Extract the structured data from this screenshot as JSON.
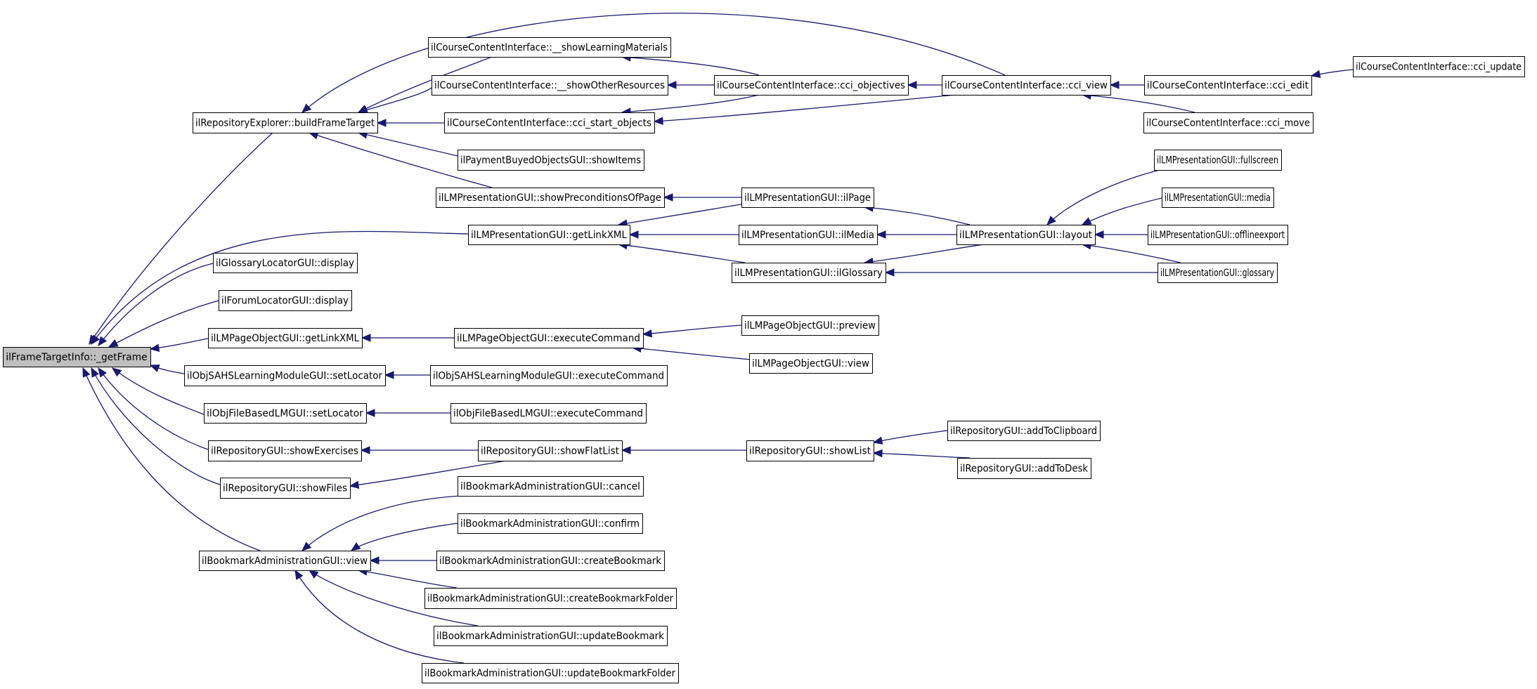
{
  "colors": {
    "edge": "#191970",
    "node_fill": "#ffffff",
    "node_stroke": "#000000",
    "root_fill": "#bfbfbf"
  },
  "nodes": [
    {
      "id": "n0",
      "label": "ilFrameTargetInfo::_getFrame",
      "root": true
    },
    {
      "id": "n1",
      "label": "ilRepositoryExplorer::buildFrameTarget"
    },
    {
      "id": "n2",
      "label": "ilCourseContentInterface::__showLearningMaterials"
    },
    {
      "id": "n3",
      "label": "ilCourseContentInterface::__showOtherResources"
    },
    {
      "id": "n4",
      "label": "ilCourseContentInterface::cci_start_objects"
    },
    {
      "id": "n5",
      "label": "ilPaymentBuyedObjectsGUI::showItems"
    },
    {
      "id": "n6",
      "label": "ilLMPresentationGUI::showPreconditionsOfPage"
    },
    {
      "id": "n7",
      "label": "ilCourseContentInterface::cci_objectives"
    },
    {
      "id": "n8",
      "label": "ilCourseContentInterface::cci_view"
    },
    {
      "id": "n9",
      "label": "ilCourseContentInterface::cci_edit"
    },
    {
      "id": "n10",
      "label": "ilCourseContentInterface::cci_move"
    },
    {
      "id": "n11",
      "label": "ilCourseContentInterface::cci_update"
    },
    {
      "id": "n12",
      "label": "ilLMPresentationGUI::getLinkXML"
    },
    {
      "id": "n13",
      "label": "ilLMPresentationGUI::ilPage"
    },
    {
      "id": "n14",
      "label": "ilLMPresentationGUI::ilMedia"
    },
    {
      "id": "n15",
      "label": "ilLMPresentationGUI::ilGlossary"
    },
    {
      "id": "n16",
      "label": "ilLMPresentationGUI::layout"
    },
    {
      "id": "n17",
      "label": "ilLMPresentationGUI::fullscreen"
    },
    {
      "id": "n18",
      "label": "ilLMPresentationGUI::media"
    },
    {
      "id": "n19",
      "label": "ilLMPresentationGUI::offlineexport"
    },
    {
      "id": "n20",
      "label": "ilLMPresentationGUI::glossary"
    },
    {
      "id": "n21",
      "label": "ilGlossaryLocatorGUI::display"
    },
    {
      "id": "n22",
      "label": "ilForumLocatorGUI::display"
    },
    {
      "id": "n23",
      "label": "ilLMPageObjectGUI::getLinkXML"
    },
    {
      "id": "n24",
      "label": "ilLMPageObjectGUI::executeCommand"
    },
    {
      "id": "n25",
      "label": "ilLMPageObjectGUI::preview"
    },
    {
      "id": "n26",
      "label": "ilLMPageObjectGUI::view"
    },
    {
      "id": "n27",
      "label": "ilObjSAHSLearningModuleGUI::setLocator"
    },
    {
      "id": "n28",
      "label": "ilObjSAHSLearningModuleGUI::executeCommand"
    },
    {
      "id": "n29",
      "label": "ilObjFileBasedLMGUI::setLocator"
    },
    {
      "id": "n30",
      "label": "ilObjFileBasedLMGUI::executeCommand"
    },
    {
      "id": "n31",
      "label": "ilRepositoryGUI::showExercises"
    },
    {
      "id": "n32",
      "label": "ilRepositoryGUI::showFiles"
    },
    {
      "id": "n33",
      "label": "ilRepositoryGUI::showFlatList"
    },
    {
      "id": "n34",
      "label": "ilRepositoryGUI::showList"
    },
    {
      "id": "n35",
      "label": "ilRepositoryGUI::addToClipboard"
    },
    {
      "id": "n36",
      "label": "ilRepositoryGUI::addToDesk"
    },
    {
      "id": "n37",
      "label": "ilBookmarkAdministrationGUI::view"
    },
    {
      "id": "n38",
      "label": "ilBookmarkAdministrationGUI::cancel"
    },
    {
      "id": "n39",
      "label": "ilBookmarkAdministrationGUI::confirm"
    },
    {
      "id": "n40",
      "label": "ilBookmarkAdministrationGUI::createBookmark"
    },
    {
      "id": "n41",
      "label": "ilBookmarkAdministrationGUI::createBookmarkFolder"
    },
    {
      "id": "n42",
      "label": "ilBookmarkAdministrationGUI::updateBookmark"
    },
    {
      "id": "n43",
      "label": "ilBookmarkAdministrationGUI::updateBookmarkFolder"
    }
  ],
  "edges": [
    [
      "n1",
      "n0"
    ],
    [
      "n12",
      "n0"
    ],
    [
      "n21",
      "n0"
    ],
    [
      "n22",
      "n0"
    ],
    [
      "n23",
      "n0"
    ],
    [
      "n27",
      "n0"
    ],
    [
      "n29",
      "n0"
    ],
    [
      "n31",
      "n0"
    ],
    [
      "n32",
      "n0"
    ],
    [
      "n37",
      "n0"
    ],
    [
      "n8",
      "n1"
    ],
    [
      "n2",
      "n1"
    ],
    [
      "n3",
      "n1"
    ],
    [
      "n4",
      "n1"
    ],
    [
      "n5",
      "n1"
    ],
    [
      "n6",
      "n1"
    ],
    [
      "n7",
      "n2"
    ],
    [
      "n7",
      "n3"
    ],
    [
      "n7",
      "n4"
    ],
    [
      "n8",
      "n4"
    ],
    [
      "n8",
      "n7"
    ],
    [
      "n9",
      "n8"
    ],
    [
      "n10",
      "n8"
    ],
    [
      "n11",
      "n9"
    ],
    [
      "n13",
      "n6"
    ],
    [
      "n13",
      "n12"
    ],
    [
      "n14",
      "n12"
    ],
    [
      "n15",
      "n12"
    ],
    [
      "n16",
      "n13"
    ],
    [
      "n16",
      "n14"
    ],
    [
      "n16",
      "n15"
    ],
    [
      "n20",
      "n15"
    ],
    [
      "n17",
      "n16"
    ],
    [
      "n18",
      "n16"
    ],
    [
      "n19",
      "n16"
    ],
    [
      "n20",
      "n16"
    ],
    [
      "n24",
      "n23"
    ],
    [
      "n25",
      "n24"
    ],
    [
      "n26",
      "n24"
    ],
    [
      "n28",
      "n27"
    ],
    [
      "n30",
      "n29"
    ],
    [
      "n33",
      "n31"
    ],
    [
      "n33",
      "n32"
    ],
    [
      "n34",
      "n33"
    ],
    [
      "n35",
      "n34"
    ],
    [
      "n36",
      "n34"
    ],
    [
      "n38",
      "n37"
    ],
    [
      "n39",
      "n37"
    ],
    [
      "n40",
      "n37"
    ],
    [
      "n41",
      "n37"
    ],
    [
      "n42",
      "n37"
    ],
    [
      "n43",
      "n37"
    ]
  ]
}
